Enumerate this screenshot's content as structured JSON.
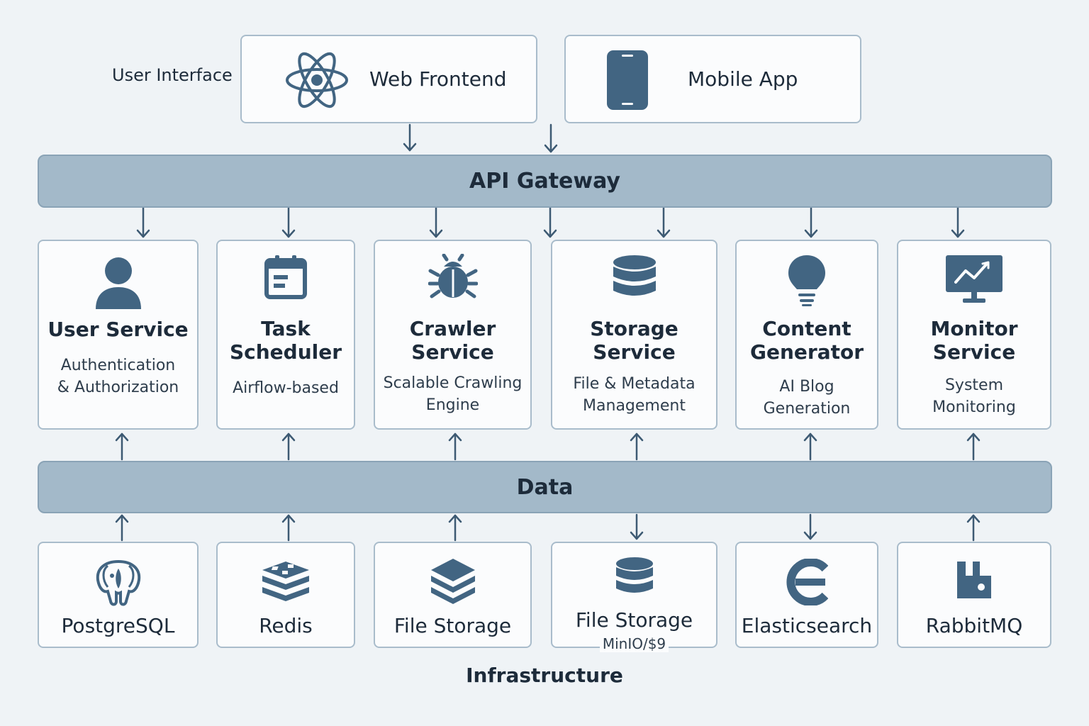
{
  "user_interface": {
    "label": "User Interface",
    "web_frontend": {
      "title": "Web Frontend",
      "icon": "react-atom-icon"
    },
    "mobile_app": {
      "title": "Mobile App",
      "icon": "smartphone-icon"
    }
  },
  "api_gateway": {
    "label": "API Gateway"
  },
  "services": [
    {
      "title_lines": [
        "User Service"
      ],
      "desc_lines": [
        "Authentication",
        "& Authorization"
      ],
      "icon": "user-icon"
    },
    {
      "title_lines": [
        "Task",
        "Scheduler"
      ],
      "desc_lines": [
        "Airflow-based"
      ],
      "icon": "calendar-icon"
    },
    {
      "title_lines": [
        "Crawler",
        "Service"
      ],
      "desc_lines": [
        "Scalable Crawling",
        "Engine"
      ],
      "icon": "bug-icon"
    },
    {
      "title_lines": [
        "Storage",
        "Service"
      ],
      "desc_lines": [
        "File & Metadata",
        "Management"
      ],
      "icon": "database-icon"
    },
    {
      "title_lines": [
        "Content",
        "Generator"
      ],
      "desc_lines": [
        "AI Blog",
        "Generation"
      ],
      "icon": "lightbulb-icon"
    },
    {
      "title_lines": [
        "Monitor",
        "Service"
      ],
      "desc_lines": [
        "System",
        "Monitoring"
      ],
      "icon": "monitor-chart-icon"
    }
  ],
  "data_layer": {
    "label": "Data"
  },
  "infrastructure": [
    {
      "title": "PostgreSQL",
      "icon": "postgresql-elephant-icon"
    },
    {
      "title": "Redis",
      "icon": "redis-stack-icon"
    },
    {
      "title": "File Storage",
      "icon": "layers-icon"
    },
    {
      "title": "File Storage",
      "subtitle": "MinIO/$9",
      "icon": "database-icon"
    },
    {
      "title": "Elasticsearch",
      "icon": "elasticsearch-icon"
    },
    {
      "title": "RabbitMQ",
      "icon": "rabbitmq-icon"
    }
  ],
  "footer": {
    "label": "Infrastructure"
  },
  "colors": {
    "icon": "#426582",
    "bar": "#a3b9c9",
    "border": "#a9bccb",
    "background": "#eff3f6"
  }
}
